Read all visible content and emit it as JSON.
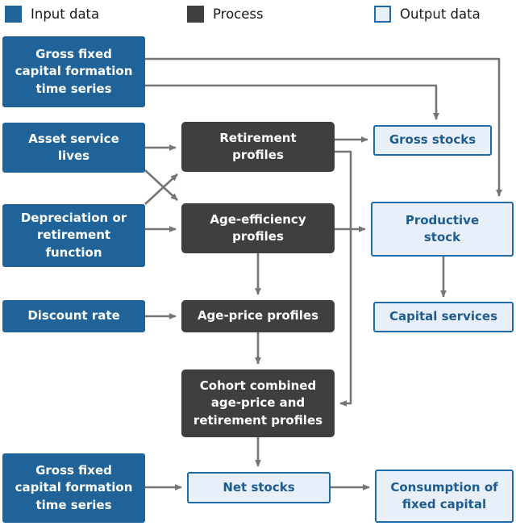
{
  "legend": {
    "items": [
      {
        "key": "input",
        "label": "Input data",
        "swatch": "input-swatch",
        "color": "#1F6399"
      },
      {
        "key": "process",
        "label": "Process",
        "swatch": "process-swatch",
        "color": "#3F3F3F"
      },
      {
        "key": "output",
        "label": "Output data",
        "swatch": "output-swatch",
        "color": "#E8EFF8",
        "border": "#1E6BA8"
      }
    ]
  },
  "nodes": {
    "gfcf_top": {
      "label": "Gross fixed\ncapital formation\ntime series",
      "type": "input"
    },
    "asset_service_lives": {
      "label": "Asset service\nlives",
      "type": "input"
    },
    "depreciation": {
      "label": "Depreciation or\nretirement\nfunction",
      "type": "input"
    },
    "discount_rate": {
      "label": "Discount rate",
      "type": "input"
    },
    "gfcf_bottom": {
      "label": "Gross fixed\ncapital formation\ntime series",
      "type": "input"
    },
    "retirement_profiles": {
      "label": "Retirement\nprofiles",
      "type": "process"
    },
    "age_efficiency_profiles": {
      "label": "Age-efficiency\nprofiles",
      "type": "process"
    },
    "age_price_profiles": {
      "label": "Age-price profiles",
      "type": "process"
    },
    "cohort_combined": {
      "label": "Cohort combined\nage-price and\nretirement profiles",
      "type": "process"
    },
    "gross_stocks": {
      "label": "Gross stocks",
      "type": "output"
    },
    "productive_stock": {
      "label": "Productive\nstock",
      "type": "output"
    },
    "capital_services": {
      "label": "Capital services",
      "type": "output"
    },
    "net_stocks": {
      "label": "Net stocks",
      "type": "output"
    },
    "consumption_fixed_capital": {
      "label": "Consumption of\nfixed capital",
      "type": "output"
    }
  },
  "edges": [
    {
      "from": "gfcf_top",
      "to": "productive_stock"
    },
    {
      "from": "gfcf_top",
      "to": "gross_stocks"
    },
    {
      "from": "asset_service_lives",
      "to": "retirement_profiles"
    },
    {
      "from": "asset_service_lives",
      "to": "age_efficiency_profiles"
    },
    {
      "from": "depreciation",
      "to": "retirement_profiles"
    },
    {
      "from": "depreciation",
      "to": "age_efficiency_profiles"
    },
    {
      "from": "retirement_profiles",
      "to": "gross_stocks"
    },
    {
      "from": "retirement_profiles",
      "to": "cohort_combined"
    },
    {
      "from": "age_efficiency_profiles",
      "to": "productive_stock"
    },
    {
      "from": "age_efficiency_profiles",
      "to": "age_price_profiles"
    },
    {
      "from": "productive_stock",
      "to": "capital_services"
    },
    {
      "from": "discount_rate",
      "to": "age_price_profiles"
    },
    {
      "from": "age_price_profiles",
      "to": "cohort_combined"
    },
    {
      "from": "cohort_combined",
      "to": "net_stocks"
    },
    {
      "from": "gfcf_bottom",
      "to": "net_stocks"
    },
    {
      "from": "net_stocks",
      "to": "consumption_fixed_capital"
    }
  ],
  "colors": {
    "input_fill": "#1F6399",
    "process_fill": "#3F3F3F",
    "output_fill": "#E8EFF8",
    "output_border": "#1E6BA8",
    "output_text": "#1F5C8E",
    "connector": "#757575",
    "background": "#FFFFFF"
  }
}
